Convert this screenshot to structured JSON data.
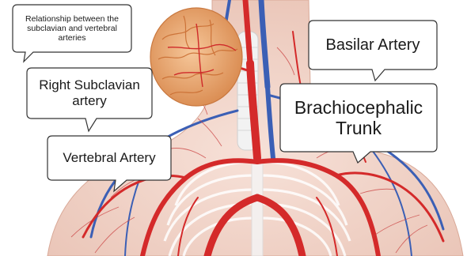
{
  "callouts": {
    "relationship": "Relationship between the subclavian and vertebral arteries",
    "right_subclavian": "Right Subclavian artery",
    "vertebral": "Vertebral Artery",
    "basilar": "Basilar Artery",
    "brachiocephalic": "Brachiocephalic Trunk"
  },
  "colors": {
    "artery_red": "#d42a2a",
    "vein_blue": "#3b5fb5",
    "skin_peach": "#f2d3c7",
    "brain_orange": "#e9a46b",
    "callout_fill": "#ffffff",
    "callout_stroke": "#333333"
  }
}
